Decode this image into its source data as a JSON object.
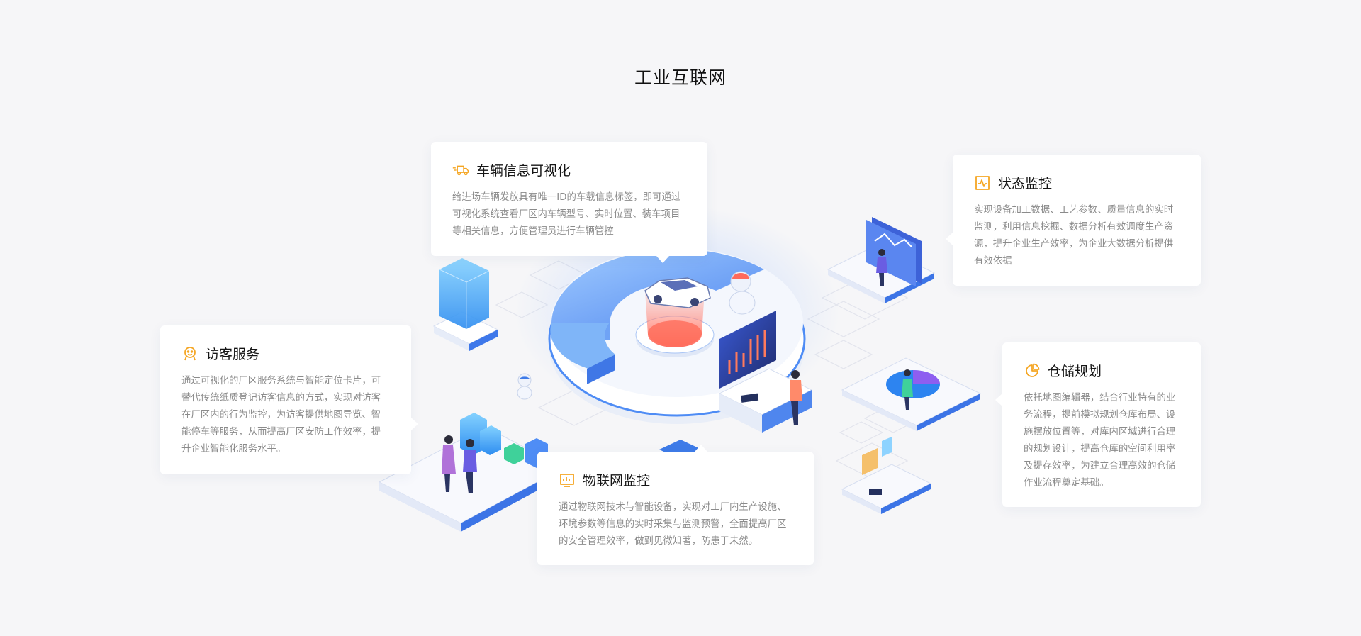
{
  "page": {
    "title": "工业互联网"
  },
  "colors": {
    "accent_orange": "#f5a623",
    "primary_blue": "#3d7bff",
    "light_blue": "#8ec5ff",
    "background": "#f6f6f8",
    "card_background": "#ffffff",
    "title_text": "#151515",
    "desc_text": "#8b8b8b"
  },
  "cards": {
    "vehicle": {
      "icon": "truck-icon",
      "title": "车辆信息可视化",
      "description": "给进场车辆发放具有唯一ID的车载信息标签，即可通过可视化系统查看厂区内车辆型号、实时位置、装车项目等相关信息，方便管理员进行车辆管控"
    },
    "status": {
      "icon": "monitor-wave-icon",
      "title": "状态监控",
      "description": "实现设备加工数据、工艺参数、质量信息的实时监测，利用信息挖掘、数据分析有效调度生产资源，提升企业生产效率，为企业大数据分析提供有效依据"
    },
    "visitor": {
      "icon": "visitor-icon",
      "title": "访客服务",
      "description": "通过可视化的厂区服务系统与智能定位卡片，可替代传统纸质登记访客信息的方式，实现对访客在厂区内的行为监控，为访客提供地图导览、智能停车等服务，从而提高厂区安防工作效率，提升企业智能化服务水平。"
    },
    "storage": {
      "icon": "pie-chart-icon",
      "title": "仓储规划",
      "description": "依托地图编辑器，结合行业特有的业务流程，提前模拟规划仓库布局、设施摆放位置等，对库内区域进行合理的规划设计，提高仓库的空间利用率及提存效率，为建立合理高效的仓储作业流程奠定基础。"
    },
    "iot": {
      "icon": "dashboard-icon",
      "title": "物联网监控",
      "description": "通过物联网技术与智能设备，实现对工厂内生产设施、环境参数等信息的实时采集与监测预警，全面提高厂区的安全管理效率，做到见微知著，防患于未然。"
    }
  }
}
